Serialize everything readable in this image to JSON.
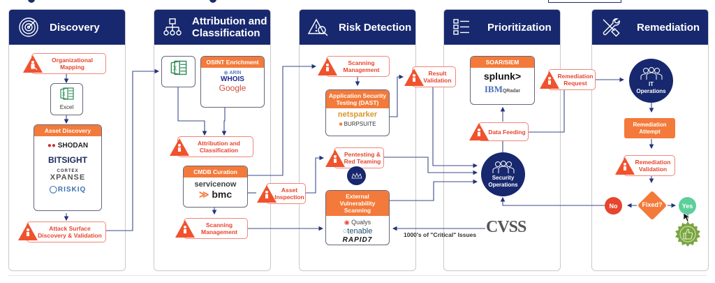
{
  "columns": [
    {
      "title": "Discovery",
      "icon": "radar-icon"
    },
    {
      "title": "Attribution and Classification",
      "icon": "hierarchy-icon"
    },
    {
      "title": "Risk Detection",
      "icon": "warning-search-icon"
    },
    {
      "title": "Prioritization",
      "icon": "checklist-icon"
    },
    {
      "title": "Remediation",
      "icon": "tools-icon"
    }
  ],
  "discovery": {
    "org_mapping": "Organizational Mapping",
    "excel_label": "Excel",
    "asset_discovery": {
      "title": "Asset Discovery",
      "vendors": [
        "SHODAN",
        "BITSIGHT",
        "CORTEX",
        "XPANSE",
        "RISKIQ"
      ]
    },
    "attack_surface": "Attack Surface Discovery & Validation"
  },
  "attribution": {
    "osint": {
      "title": "OSINT Enrichment",
      "vendors": [
        "ARIN",
        "WHOIS",
        "Google"
      ]
    },
    "attr_task": "Attribution and Classification",
    "cmdb": {
      "title": "CMDB Curation",
      "vendors": [
        "servicenow",
        "bmc"
      ]
    },
    "scanning": "Scanning Management",
    "asset_inspection": "Asset Inspection"
  },
  "risk": {
    "scanning": "Scanning Management",
    "dast": {
      "title": "Application Security Testing (DAST)",
      "vendors": [
        "netsparker",
        "BURPSUITE"
      ]
    },
    "result_validation": "Result Validation",
    "pentesting": "Pentesting & Red Teaming",
    "evs": {
      "title": "External Vulnerability Scanning",
      "vendors": [
        "Qualys",
        "tenable",
        "RAPID7"
      ]
    },
    "critical_issues": "1000's of \"Critical\" Issues"
  },
  "prioritization": {
    "soar": {
      "title": "SOAR/SIEM",
      "vendors": [
        "splunk>",
        "IBM",
        "QRadar"
      ]
    },
    "data_feeding": "Data Feeding",
    "secops": [
      "Security",
      "Operations"
    ],
    "cvss": "CVSS"
  },
  "remediation": {
    "request": "Remediation Request",
    "itops": [
      "IT",
      "Operations"
    ],
    "attempt": "Remediation Attempt",
    "validation": "Remediation Validation",
    "decision": "Fixed?",
    "no": "No",
    "yes": "Yes"
  },
  "colors": {
    "header": "#17286e",
    "accent": "#f37a3a",
    "alert": "#e6452e",
    "yes": "#5ccf9a",
    "badge": "#7aa541"
  }
}
